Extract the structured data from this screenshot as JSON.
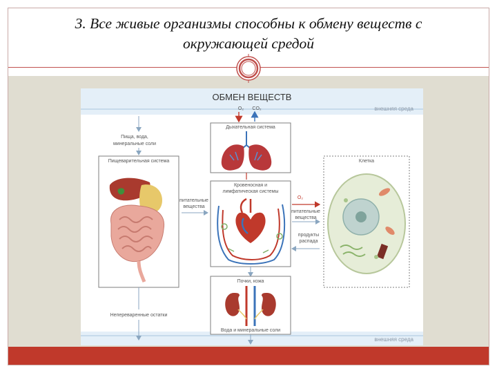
{
  "slide": {
    "title_line1": "3. Все живые организмы способны к обмену веществ с",
    "title_line2": "окружающей средой"
  },
  "diagram": {
    "heading": "ОБМЕН ВЕЩЕСТВ",
    "gas_o2": "O₂",
    "gas_co2": "CO₂",
    "env_top": "внешняя среда",
    "env_bottom": "внешняя среда",
    "food_label_1": "Пища, вода,",
    "food_label_2": "минеральные соли",
    "digestive_system": "Пищеварительная система",
    "respiratory_system": "Дыхательная система",
    "circulatory_1": "Кровеносная и",
    "circulatory_2": "лимфатическая системы",
    "nutrients_1": "питательные",
    "nutrients_2": "вещества",
    "cell": "Клетка",
    "cell_o2": "O₂",
    "cell_nutrients_1": "питательные",
    "cell_nutrients_2": "вещества",
    "decay_1": "продукты",
    "decay_2": "распада",
    "urine_sweat": "Почки, кожа",
    "undigested": "Непереваренные остатки",
    "water_salts": "Вода и минеральные соли"
  }
}
